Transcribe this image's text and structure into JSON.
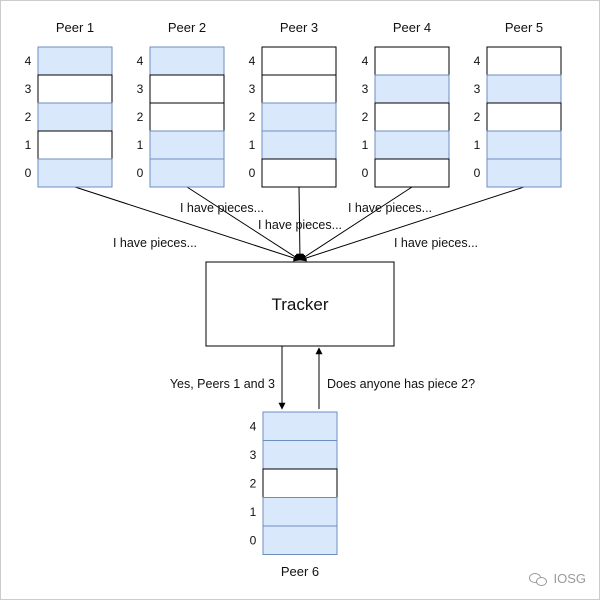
{
  "peers": [
    {
      "label": "Peer 1",
      "cells": [
        true,
        false,
        true,
        false,
        true
      ]
    },
    {
      "label": "Peer 2",
      "cells": [
        true,
        false,
        false,
        true,
        true
      ]
    },
    {
      "label": "Peer 3",
      "cells": [
        false,
        false,
        true,
        true,
        false
      ]
    },
    {
      "label": "Peer 4",
      "cells": [
        false,
        true,
        false,
        true,
        false
      ]
    },
    {
      "label": "Peer 5",
      "cells": [
        false,
        true,
        false,
        true,
        true
      ]
    }
  ],
  "piece_indices": [
    "4",
    "3",
    "2",
    "1",
    "0"
  ],
  "edge_labels": {
    "peer2": "I have pieces...",
    "peer3": "I have pieces...",
    "peer4": "I have pieces...",
    "peer1": "I have pieces...",
    "peer5": "I have pieces..."
  },
  "tracker": {
    "label": "Tracker"
  },
  "tracker_reply": "Yes, Peers 1 and 3",
  "peer6_query": "Does anyone has piece 2?",
  "peer6": {
    "label": "Peer 6",
    "cells": [
      true,
      true,
      false,
      true,
      true
    ]
  },
  "colors": {
    "filled": "#dae8fc",
    "filled_stroke": "#6c8ebf",
    "empty": "#ffffff",
    "empty_stroke": "#000000"
  },
  "watermark": {
    "text": "IOSG"
  }
}
